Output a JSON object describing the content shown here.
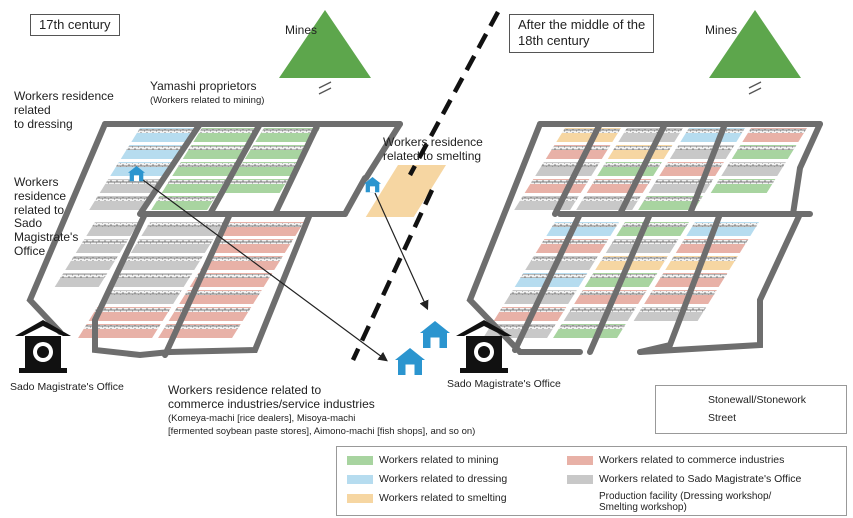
{
  "left_panel": {
    "period": "17th century",
    "mines": "Mines",
    "yamashi_title": "Yamashi proprietors",
    "yamashi_sub": "(Workers related to mining)",
    "dressing_label": "Workers residence\nrelated\nto dressing",
    "sado_res_label": "Workers\nresidence\nrelated to\nSado\nMagistrate's\nOffice",
    "smelting_label": "Workers residence\nrelated to smelting",
    "office_label": "Sado Magistrate's Office",
    "commerce_title": "Workers residence related to\ncommerce industries/service industries",
    "commerce_sub": "(Komeya-machi [rice dealers], Misoya-machi\n[fermented soybean paste stores], Aimono-machi [fish shops], and so on)"
  },
  "right_panel": {
    "period": "After the middle of the\n18th century",
    "mines": "Mines",
    "office_label": "Sado Magistrate's Office"
  },
  "legend_small": {
    "stonewall": "Stonewall/Stonework",
    "street": "Street"
  },
  "legend": {
    "mining": "Workers related to mining",
    "dressing": "Workers related to dressing",
    "smelting": "Workers related to smelting",
    "commerce": "Workers related to commerce industries",
    "sado": "Workers related to Sado Magistrate's Office",
    "facility": "Production facility (Dressing workshop/\nSmelting workshop)"
  },
  "colors": {
    "mining": "#a8d4a0",
    "dressing": "#b6dcef",
    "smelting": "#f6d6a2",
    "commerce": "#e8b1a7",
    "sado": "#c8c8c8",
    "street": "#6e6e6e",
    "facility": "#2b95cf",
    "mountain": "#5da64c"
  }
}
